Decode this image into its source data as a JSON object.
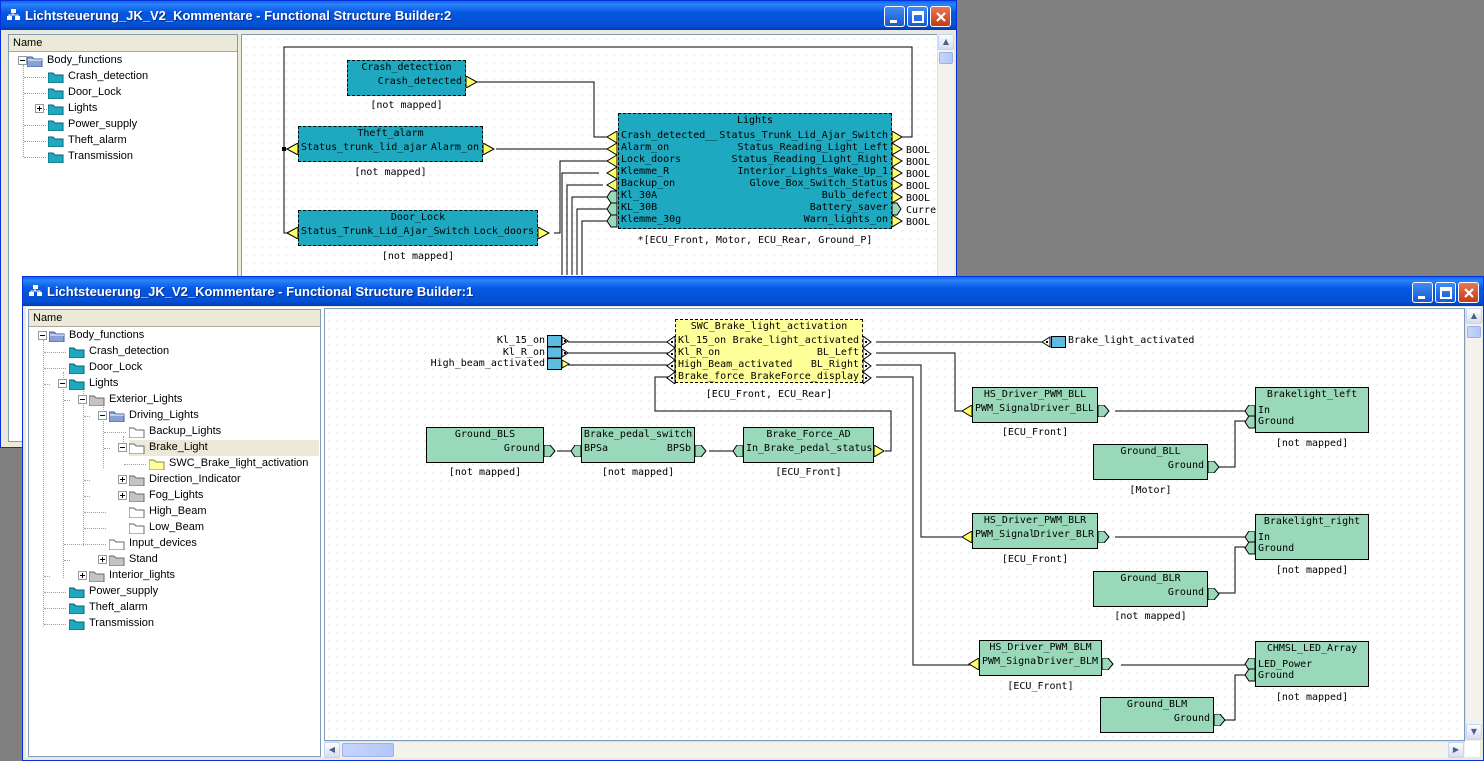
{
  "window2": {
    "title": "Lichtsteuerung_JK_V2_Kommentare - Functional Structure Builder:2",
    "tree_header": "Name",
    "tree": {
      "root": "Body_functions",
      "items": [
        "Crash_detection",
        "Door_Lock",
        "Lights",
        "Power_supply",
        "Theft_alarm",
        "Transmission"
      ]
    },
    "blocks": {
      "crash": {
        "title": "Crash_detection",
        "port": "Crash_detected",
        "caption": "[not mapped]"
      },
      "theft": {
        "title": "Theft_alarm",
        "in_port": "Status_trunk_lid_ajar",
        "out_port": "Alarm_on",
        "caption": "[not mapped]"
      },
      "door": {
        "title": "Door_Lock",
        "in_port": "Status_Trunk_Lid_Ajar_Switch",
        "out_port": "Lock_doors",
        "caption": "[not mapped]"
      },
      "lights": {
        "title": "Lights",
        "inputs": [
          "Crash_detected__",
          "Alarm_on",
          "Lock_doors",
          "Klemme_R",
          "Backup_on",
          "Kl_30A",
          "KL_30B",
          "Klemme_30g"
        ],
        "outputs": [
          "Status_Trunk_Lid_Ajar_Switch",
          "Status_Reading_Light_Left",
          "Status_Reading_Light_Right",
          "Interior_Lights_Wake_Up_1",
          "Glove_Box_Switch_Status",
          "Bulb_defect",
          "Battery_saver",
          "Warn_lights_on"
        ],
        "output_types": [
          "",
          "BOOL",
          "BOOL",
          "BOOL",
          "BOOL",
          "BOOL",
          "Curre",
          "BOOL"
        ],
        "caption": "*[ECU_Front, Motor, ECU_Rear, Ground_P]"
      }
    }
  },
  "window1": {
    "title": "Lichtsteuerung_JK_V2_Kommentare - Functional Structure Builder:1",
    "tree_header": "Name",
    "tree": {
      "root": "Body_functions",
      "crash": "Crash_detection",
      "door": "Door_Lock",
      "lights": "Lights",
      "exterior": "Exterior_Lights",
      "driving": "Driving_Lights",
      "backup": "Backup_Lights",
      "brake": "Brake_Light",
      "swc": "SWC_Brake_light_activation",
      "direction": "Direction_Indicator",
      "fog": "Fog_Lights",
      "high": "High_Beam",
      "low": "Low_Beam",
      "input": "Input_devices",
      "stand": "Stand",
      "interior": "Interior_lights",
      "power": "Power_supply",
      "theft": "Theft_alarm",
      "transmission": "Transmission"
    },
    "labels": {
      "kl15": "Kl_15_on",
      "klr": "Kl_R_on",
      "highbeam": "High_beam_activated",
      "brake_activated": "Brake_light_activated"
    },
    "blocks": {
      "swc": {
        "title": "SWC_Brake_light_activation",
        "inputs": [
          "Kl_15_on",
          "Kl_R_on",
          "High_Beam_activated",
          "Brake_force"
        ],
        "outputs": [
          "Brake_light_activated",
          "BL_Left",
          "BL_Right",
          "BrakeForce_display"
        ],
        "caption": "[ECU_Front, ECU_Rear]"
      },
      "ground_bls": {
        "title": "Ground_BLS",
        "port": "Ground",
        "caption": "[not mapped]"
      },
      "pedal": {
        "title": "Brake_pedal_switch",
        "in_port": "BPSa",
        "out_port": "BPSb",
        "caption": "[not mapped]"
      },
      "force": {
        "title": "Brake_Force_AD",
        "port": "In_Brake_pedal_status",
        "caption": "[ECU_Front]"
      },
      "hs_bll": {
        "title": "HS_Driver_PWM_BLL",
        "in_port": "PWM_Signal",
        "out_port": "Driver_BLL",
        "caption": "[ECU_Front]"
      },
      "bl_left": {
        "title": "Brakelight_left",
        "port1": "In",
        "port2": "Ground",
        "caption": "[not mapped]"
      },
      "ground_bll": {
        "title": "Ground_BLL",
        "port": "Ground",
        "caption": "[Motor]"
      },
      "hs_blr": {
        "title": "HS_Driver_PWM_BLR",
        "in_port": "PWM_Signal",
        "out_port": "Driver_BLR",
        "caption": "[ECU_Front]"
      },
      "bl_right": {
        "title": "Brakelight_right",
        "port1": "In",
        "port2": "Ground",
        "caption": "[not mapped]"
      },
      "ground_blr": {
        "title": "Ground_BLR",
        "port": "Ground",
        "caption": "[not mapped]"
      },
      "hs_blm": {
        "title": "HS_Driver_PWM_BLM",
        "in_port": "PWM_Signal",
        "out_port": "Driver_BLM",
        "caption": "[ECU_Front]"
      },
      "chmsl": {
        "title": "CHMSL_LED_Array",
        "port1": "LED_Power",
        "port2": "Ground",
        "caption": "[not mapped]"
      },
      "ground_blm": {
        "title": "Ground_BLM",
        "port": "Ground"
      }
    }
  },
  "colors": {
    "titlebar": "#0558e2",
    "block_teal": "#1ea9c0",
    "block_green": "#99d9b9",
    "block_yellow": "#ffff99",
    "port_yellow": "#ffff66"
  }
}
